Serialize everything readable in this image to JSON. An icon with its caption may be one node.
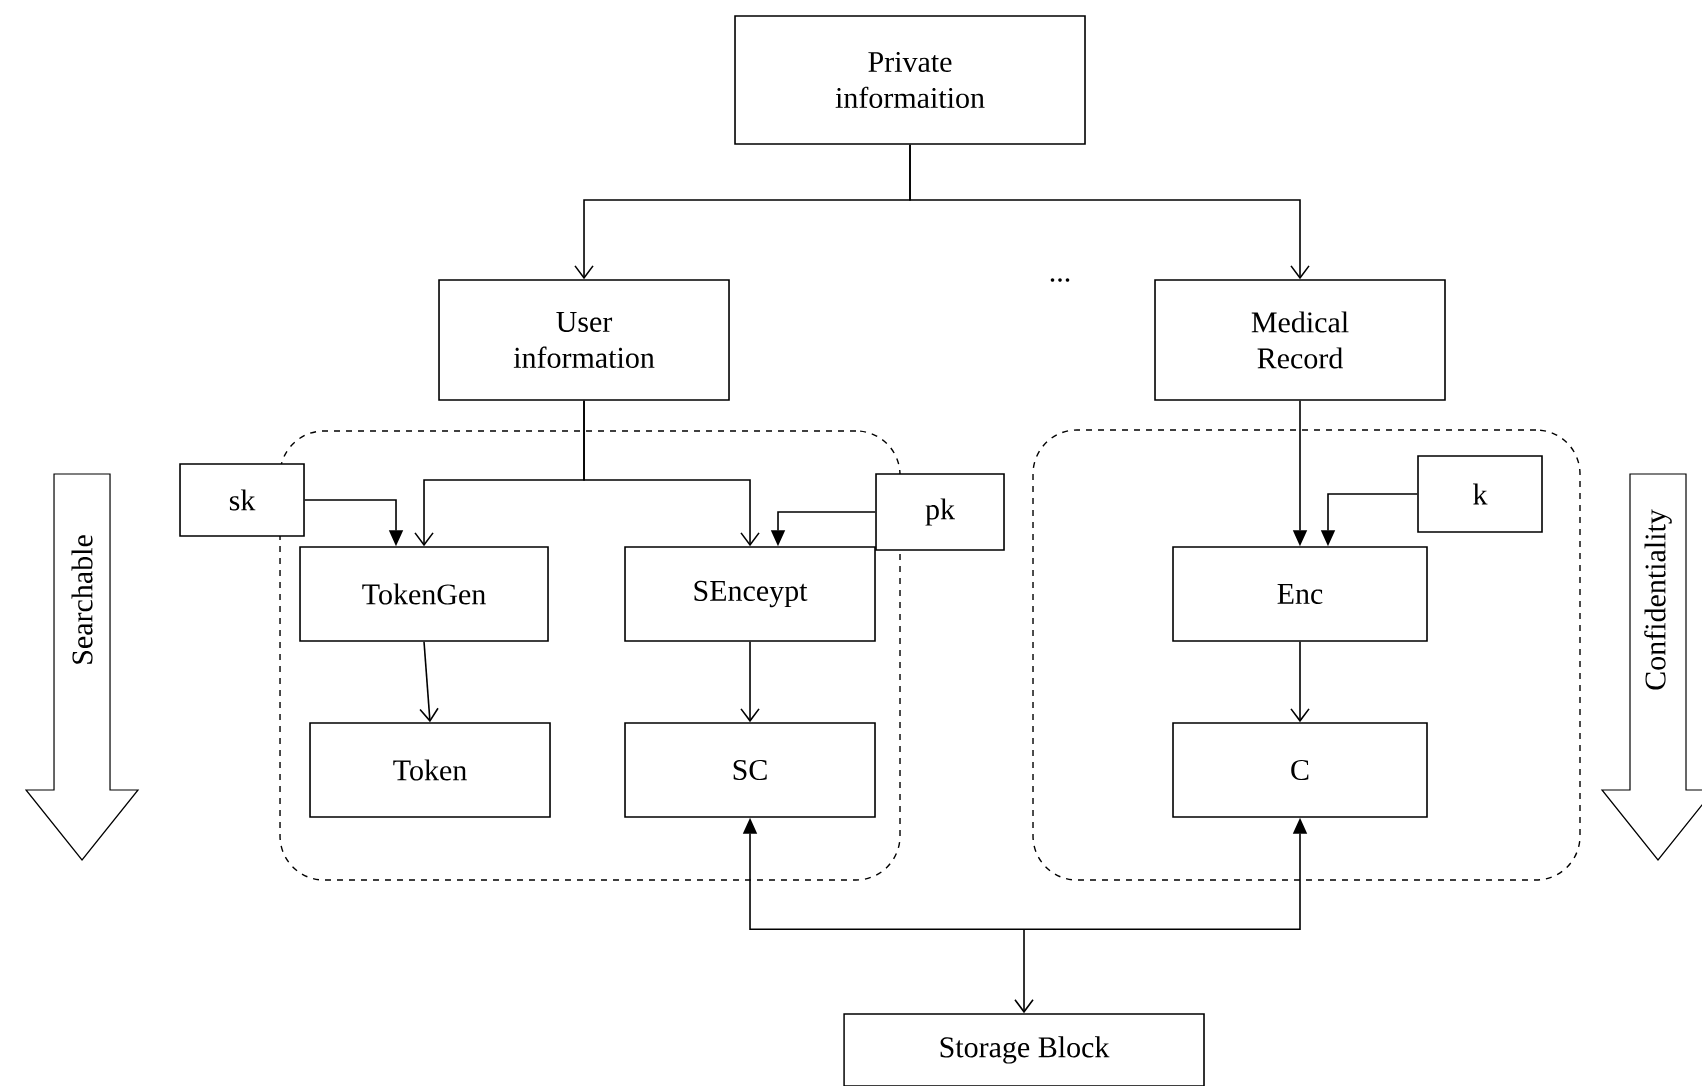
{
  "diagram": {
    "nodes": [
      {
        "text": [
          "Private informaition"
        ]
      },
      {
        "text": [
          "User information"
        ]
      },
      {
        "text": [
          "Medical Record"
        ]
      },
      {
        "text": [],
        "shape": "box"
      },
      {
        "text": [],
        "shape": "box"
      },
      {
        "text": [
          "sk"
        ]
      },
      {
        "text": [
          "TokenGen"
        ],
        "in": 3
      },
      {
        "text": [
          "SEnceypt"
        ],
        "in": 3
      },
      {
        "text": [
          "pk"
        ]
      },
      {
        "text": [
          "k"
        ],
        "in": 4
      },
      {
        "text": [
          "Enc"
        ],
        "in": 4
      },
      {
        "text": [
          "Token"
        ],
        "in": 3
      },
      {
        "text": [
          "SC"
        ],
        "in": 3
      },
      {
        "text": [
          "C"
        ],
        "in": 4
      },
      {
        "text": [
          "Storage Block"
        ]
      },
      {
        "text": [
          "Searchable"
        ]
      },
      {
        "text": [
          "Confidentiality"
        ]
      }
    ],
    "edges": [
      {
        "from": 0,
        "to": 1,
        "arrow": "to"
      },
      {
        "from": 0,
        "to": 2,
        "arrow": "to"
      },
      {
        "from": 1,
        "to": 6,
        "arrow": "to"
      },
      {
        "from": 1,
        "to": 7,
        "arrow": "to"
      },
      {
        "from": 5,
        "to": 6,
        "arrow": "to"
      },
      {
        "from": 8,
        "to": 7,
        "arrow": "to"
      },
      {
        "from": 2,
        "to": 10,
        "arrow": "to"
      },
      {
        "from": 9,
        "to": 10,
        "arrow": "to"
      },
      {
        "from": 6,
        "to": 11,
        "arrow": "to"
      },
      {
        "from": 7,
        "to": 12,
        "arrow": "to"
      },
      {
        "from": 10,
        "to": 13,
        "arrow": "to"
      },
      {
        "from": 14,
        "to": 12,
        "arrow": "both"
      },
      {
        "from": 14,
        "to": 13,
        "arrow": "both"
      }
    ],
    "labels": [
      "..."
    ]
  }
}
